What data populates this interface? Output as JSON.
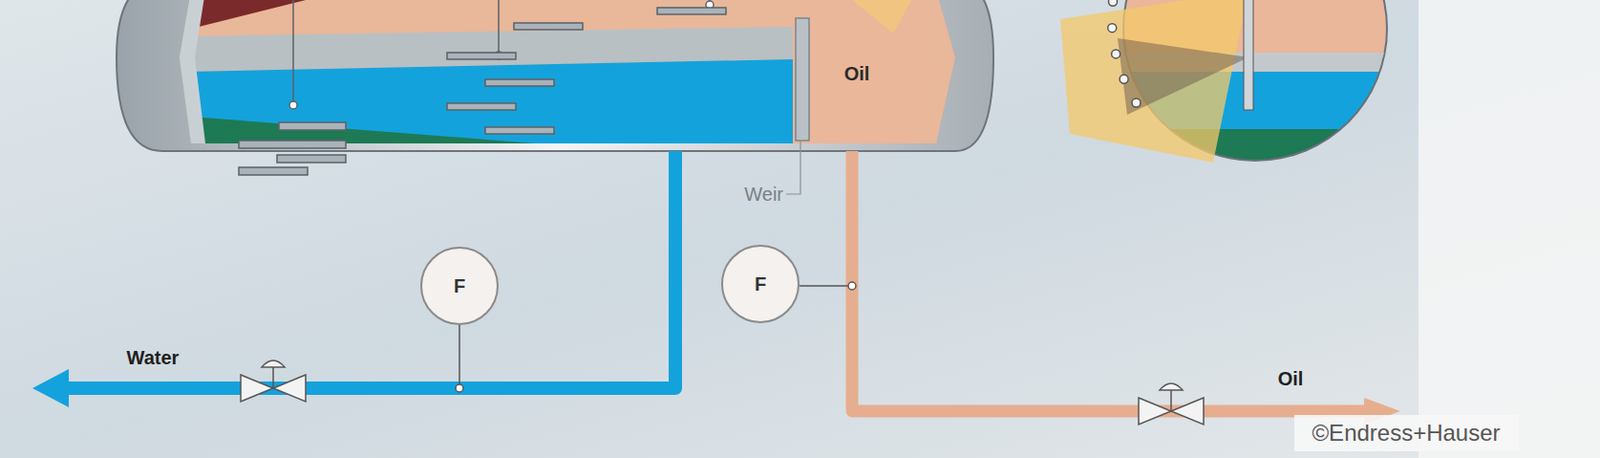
{
  "diagram": {
    "nodes": [
      {
        "text": [
          "F"
        ]
      },
      {
        "text": [
          "F"
        ]
      }
    ],
    "labels": [
      "Oil",
      "Weir",
      "Water",
      "Oil",
      "©Endress+Hauser"
    ]
  }
}
